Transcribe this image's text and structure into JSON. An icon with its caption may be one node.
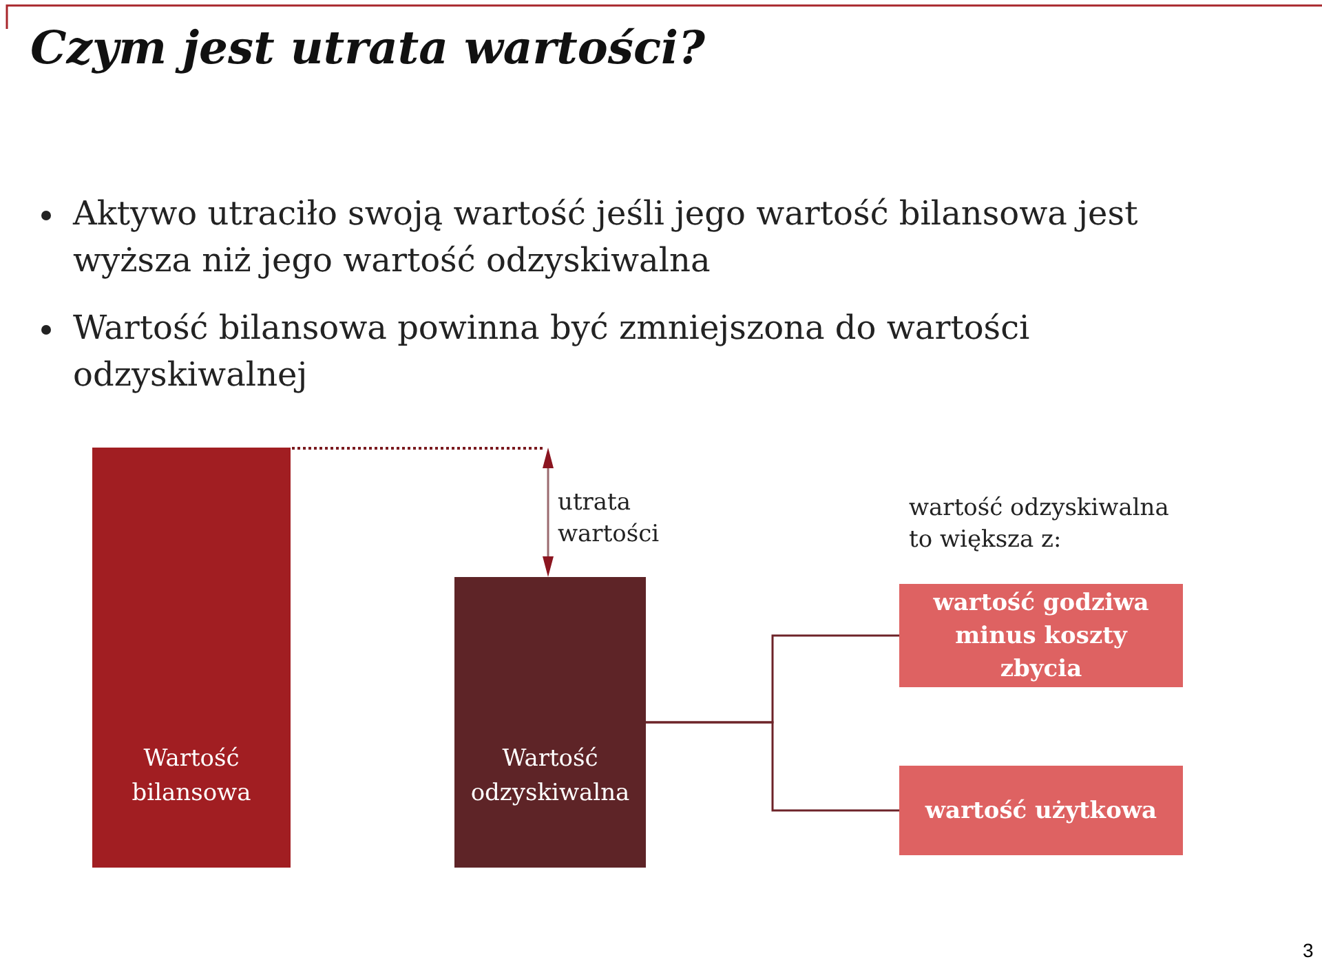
{
  "diagram": {
    "title": "Czym jest utrata wartości?",
    "nodes": [
      {
        "text": [
          "Wartość bilansowa"
        ]
      },
      {
        "text": [
          "Wartość odzyskiwalna"
        ]
      },
      {
        "text": [
          "wartość godziwa minus koszty zbycia"
        ]
      },
      {
        "text": [
          "wartość użytkowa"
        ]
      }
    ],
    "edges": [
      {
        "from": 1,
        "to": 2,
        "arrow": "none"
      },
      {
        "from": 1,
        "to": 3,
        "arrow": "none"
      }
    ],
    "labels": [
      "Aktywo utraciło swoją wartość jeśli jego wartość bilansowa jest wyższa niż jego wartość odzyskiwalna",
      "Wartość bilansowa powinna być zmniejszona do wartości odzyskiwalnej",
      "utrata wartości",
      "wartość odzyskiwalna to większa z:",
      "3"
    ]
  }
}
